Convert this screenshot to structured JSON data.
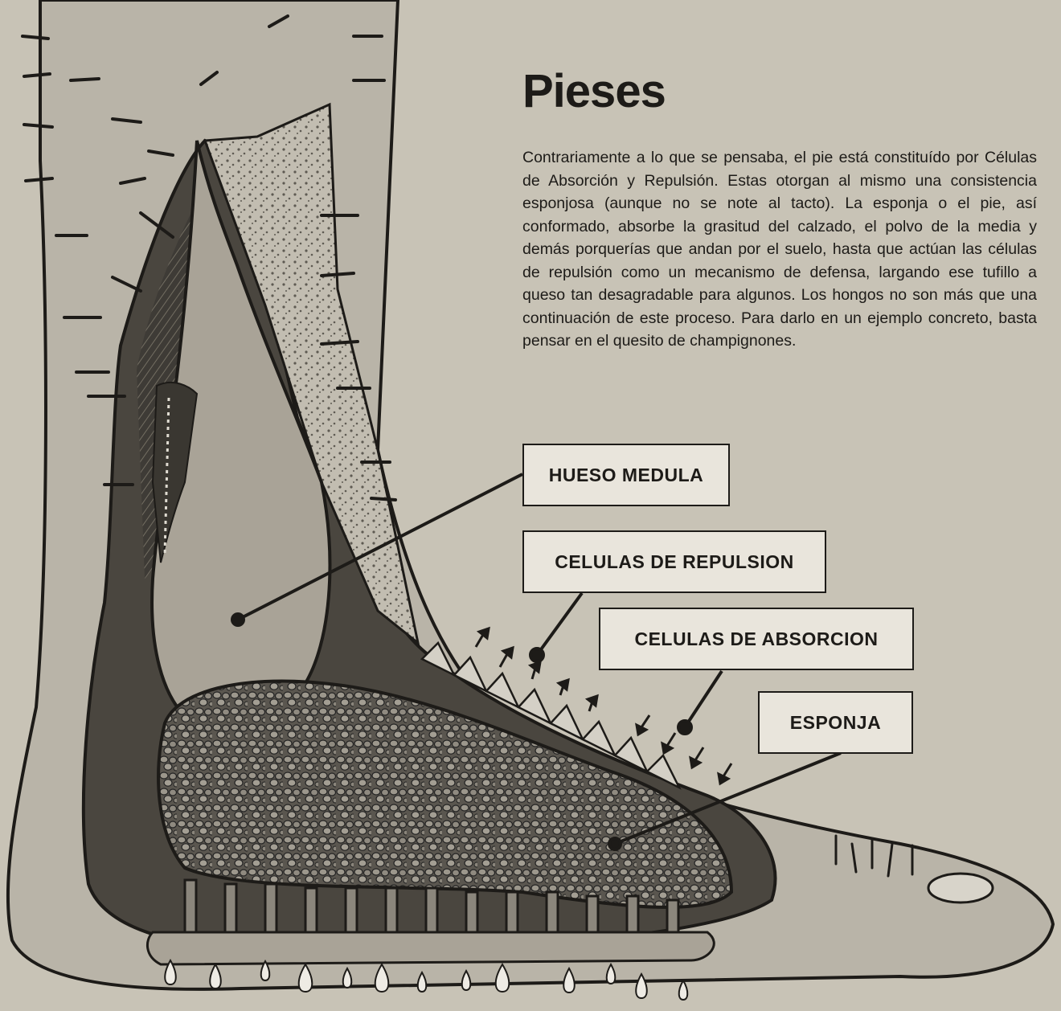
{
  "title": "Pieses",
  "body": "Contrariamente a lo que se pensaba, el pie está constituído por Células de Absorción y Repulsión. Estas otorgan al mismo una consistencia esponjosa (aunque no se note al tacto). La esponja o el pie, así conformado, absorbe la grasitud del calzado, el polvo de la media y demás porquerías que andan por el suelo, hasta que actúan las células de repulsión como un mecanismo de defensa, largando ese tufillo a queso tan desagradable para algunos. Los hongos no son más que una continuación de este proceso. Para darlo en un ejemplo concreto, basta pensar en el quesito de champignones.",
  "labels": {
    "bone": "HUESO MEDULA",
    "repulsion": "CELULAS DE REPULSION",
    "absorption": "CELULAS DE ABSORCION",
    "sponge": "ESPONJA"
  },
  "colors": {
    "paper": "#c8c3b6",
    "ink": "#1d1b18",
    "skin": "#b9b4a8",
    "bone": "#a9a397",
    "label_box": "#e9e5dc"
  }
}
